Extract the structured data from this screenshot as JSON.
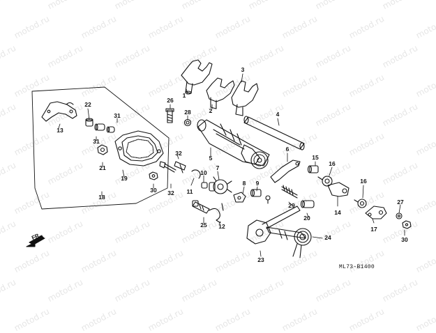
{
  "watermark": "motod.ru",
  "diagram_code": "ML73-B1400",
  "direction_label": "FR.",
  "callouts": [
    "1",
    "2",
    "3",
    "4",
    "5",
    "6",
    "7",
    "8",
    "9",
    "10",
    "11",
    "12",
    "13",
    "14",
    "15",
    "16",
    "16",
    "17",
    "18",
    "19",
    "20",
    "21",
    "22",
    "23",
    "24",
    "25",
    "26",
    "27",
    "28",
    "29",
    "30",
    "30",
    "31",
    "31",
    "32",
    "32"
  ],
  "colors": {
    "ink": "#111111",
    "watermark": "#e6e6e6",
    "background": "#ffffff"
  }
}
